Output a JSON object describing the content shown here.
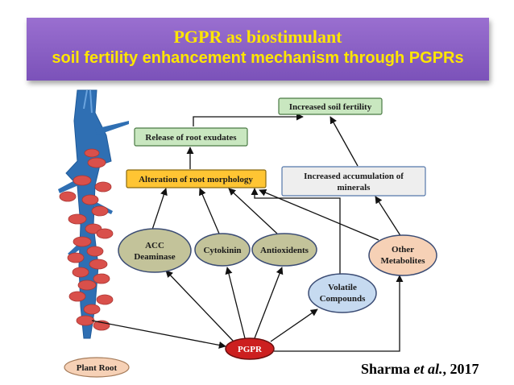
{
  "title": {
    "line1": "PGPR as biostimulant",
    "line2": "soil fertility enhancement mechanism through PGPRs"
  },
  "diagram": {
    "increased_soil_fertility": "Increased soil fertility",
    "release_root_exudates": "Release of root exudates",
    "alteration_root_morphology": "Alteration of root morphology",
    "increased_accumulation_line1": "Increased accumulation of",
    "increased_accumulation_line2": "minerals",
    "acc_deaminase_line1": "ACC",
    "acc_deaminase_line2": "Deaminase",
    "cytokinin": "Cytokinin",
    "antioxidents": "Antioxidents",
    "other_metabolites_line1": "Other",
    "other_metabolites_line2": "Metabolites",
    "volatile_compounds_line1": "Volatile",
    "volatile_compounds_line2": "Compounds",
    "pgpr": "PGPR",
    "plant_root": "Plant Root"
  },
  "citation": {
    "author": "Sharma ",
    "etal": "et al.",
    "year": ", 2017"
  },
  "colors": {
    "banner": "#8a60c6",
    "title_text": "#ffe600",
    "green_box": "#c9e7c0",
    "orange_box": "#ffc533",
    "grey_box": "#eeeeee",
    "olive_ellipse": "#c3c39a",
    "blue_ellipse": "#c6daf0",
    "peach_ellipse": "#f6d1b6",
    "pgpr": "#cc1f1f",
    "root": "#2f6fb3",
    "nodules": "#d9504b"
  }
}
